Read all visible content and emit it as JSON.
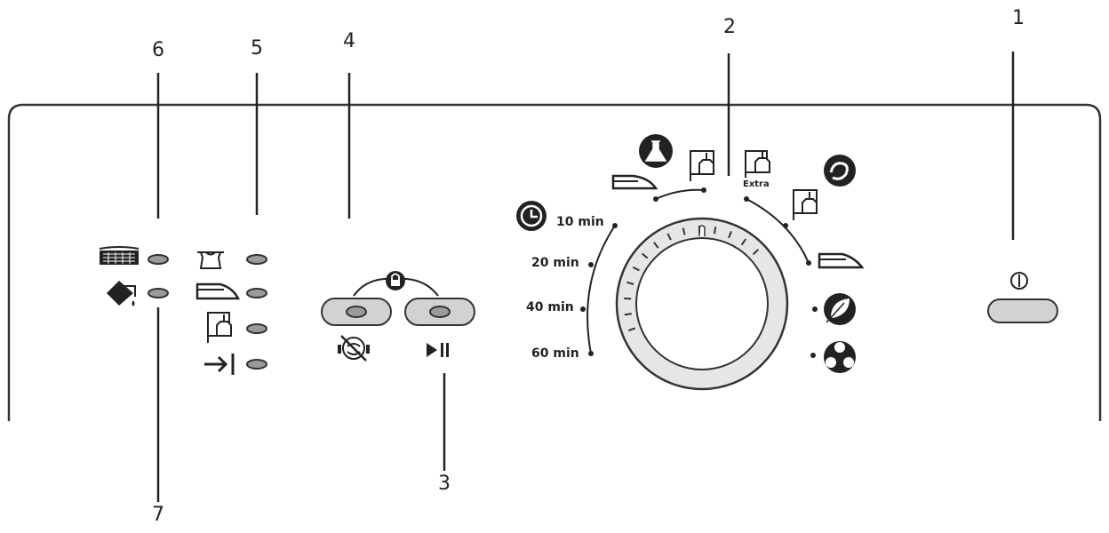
{
  "callouts": {
    "n1": "1",
    "n2": "2",
    "n3": "3",
    "n4": "4",
    "n5": "5",
    "n6": "6",
    "n7": "7"
  },
  "time_options": {
    "t10": "10 min",
    "t20": "20 min",
    "t40": "40 min",
    "t60": "60 min"
  },
  "program_labels": {
    "extra": "Extra"
  },
  "icons": {
    "power": "power-icon",
    "clock": "clock-icon",
    "cupboard": "cupboard-dry-icon",
    "cupboard_extra": "cupboard-dry-extra-icon",
    "iron": "iron-dry-icon",
    "wool": "wool-icon",
    "delicates": "delicates-icon",
    "cotton": "cotton-icon",
    "synthetics": "synthetics-icon",
    "child_lock": "lock-icon",
    "buzzer_off": "buzzer-off-icon",
    "start_pause": "play-pause-icon",
    "filter": "filter-clean-icon",
    "water_container": "empty-water-container-icon",
    "hanging_dry": "hanging-dry-icon",
    "end": "end-cycle-icon"
  },
  "colors": {
    "line": "#222222",
    "button_fill": "#d2d2d2",
    "led": "#9a9a9a",
    "dial_ring": "#e6e6e6"
  }
}
